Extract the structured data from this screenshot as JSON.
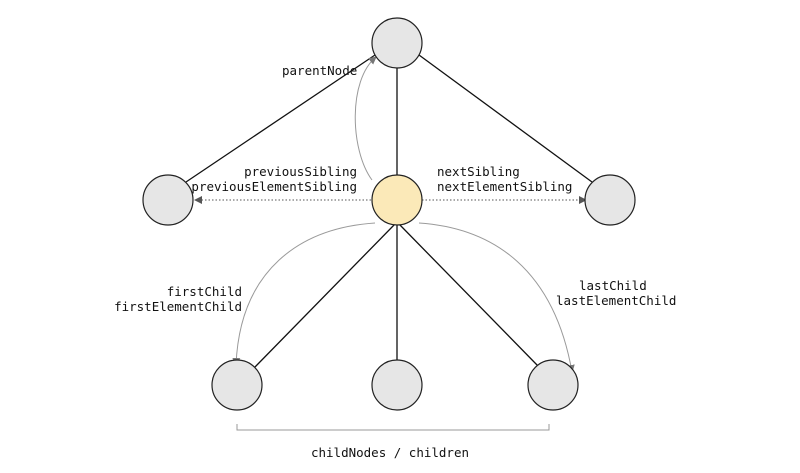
{
  "labels": {
    "parent": "parentNode",
    "previous_line1": "previousSibling",
    "previous_line2": "previousElementSibling",
    "next_line1": "nextSibling",
    "next_line2": "nextElementSibling",
    "first_line1": "firstChild",
    "first_line2": "firstElementChild",
    "last_line1": "lastChild",
    "last_line2": "lastElementChild",
    "children": "childNodes / children"
  },
  "colors": {
    "node_fill": "#e6e6e6",
    "current_node_fill": "#fbe9b8",
    "edge": "#111111",
    "arrow": "#9a9a9a"
  }
}
